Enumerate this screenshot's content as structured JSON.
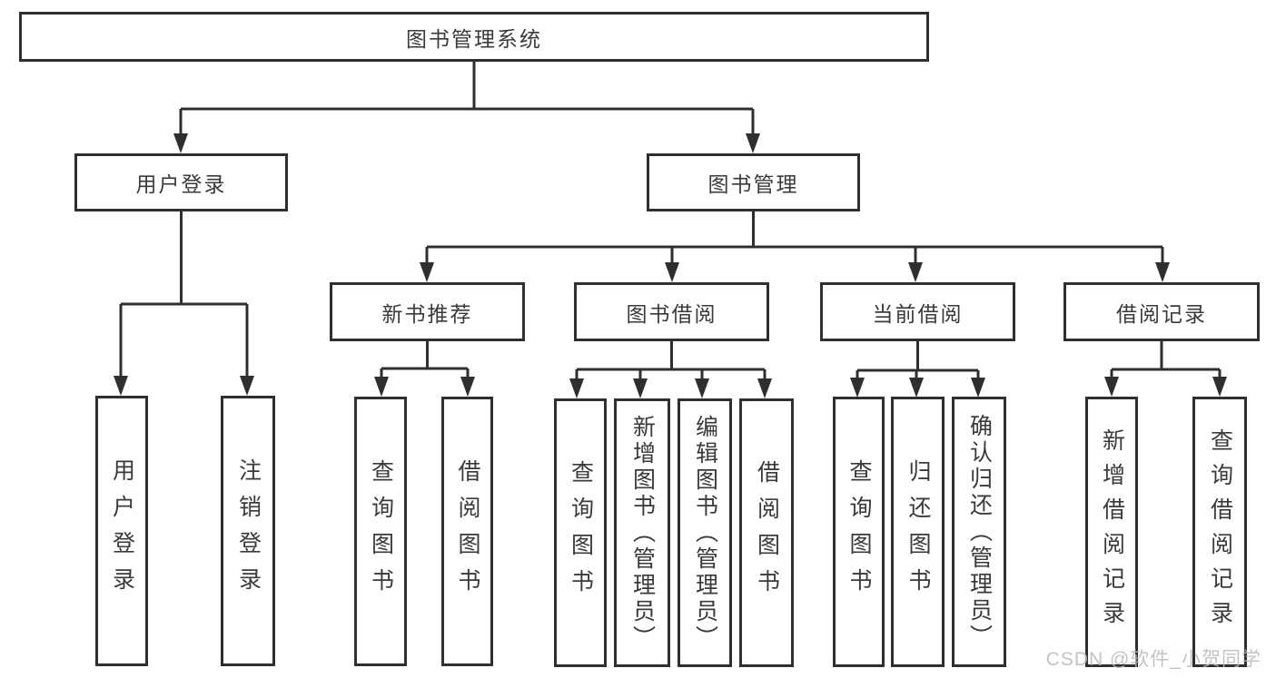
{
  "diagram": {
    "title": "图书管理系统",
    "level2": {
      "user_login": "用户登录",
      "book_management": "图书管理"
    },
    "level3": {
      "new_book_recommend": "新书推荐",
      "book_borrow": "图书借阅",
      "current_borrow": "当前借阅",
      "borrow_records": "借阅记录"
    },
    "leaves": {
      "user_login": [
        "用户登录",
        "注销登录"
      ],
      "new_book_recommend": [
        "查询图书",
        "借阅图书"
      ],
      "book_borrow": [
        "查询图书",
        "新增图书（管理员）",
        "编辑图书（管理员）",
        "借阅图书"
      ],
      "current_borrow": [
        "查询图书",
        "归还图书",
        "确认归还（管理员）"
      ],
      "borrow_records": [
        "新增借阅记录",
        "查询借阅记录"
      ]
    }
  },
  "watermark": "CSDN @软件_小贺同学",
  "colors": {
    "line": "#2f2f2f",
    "text": "#3a3a3a",
    "background": "#ffffff",
    "watermark": "#b9b9b9"
  }
}
